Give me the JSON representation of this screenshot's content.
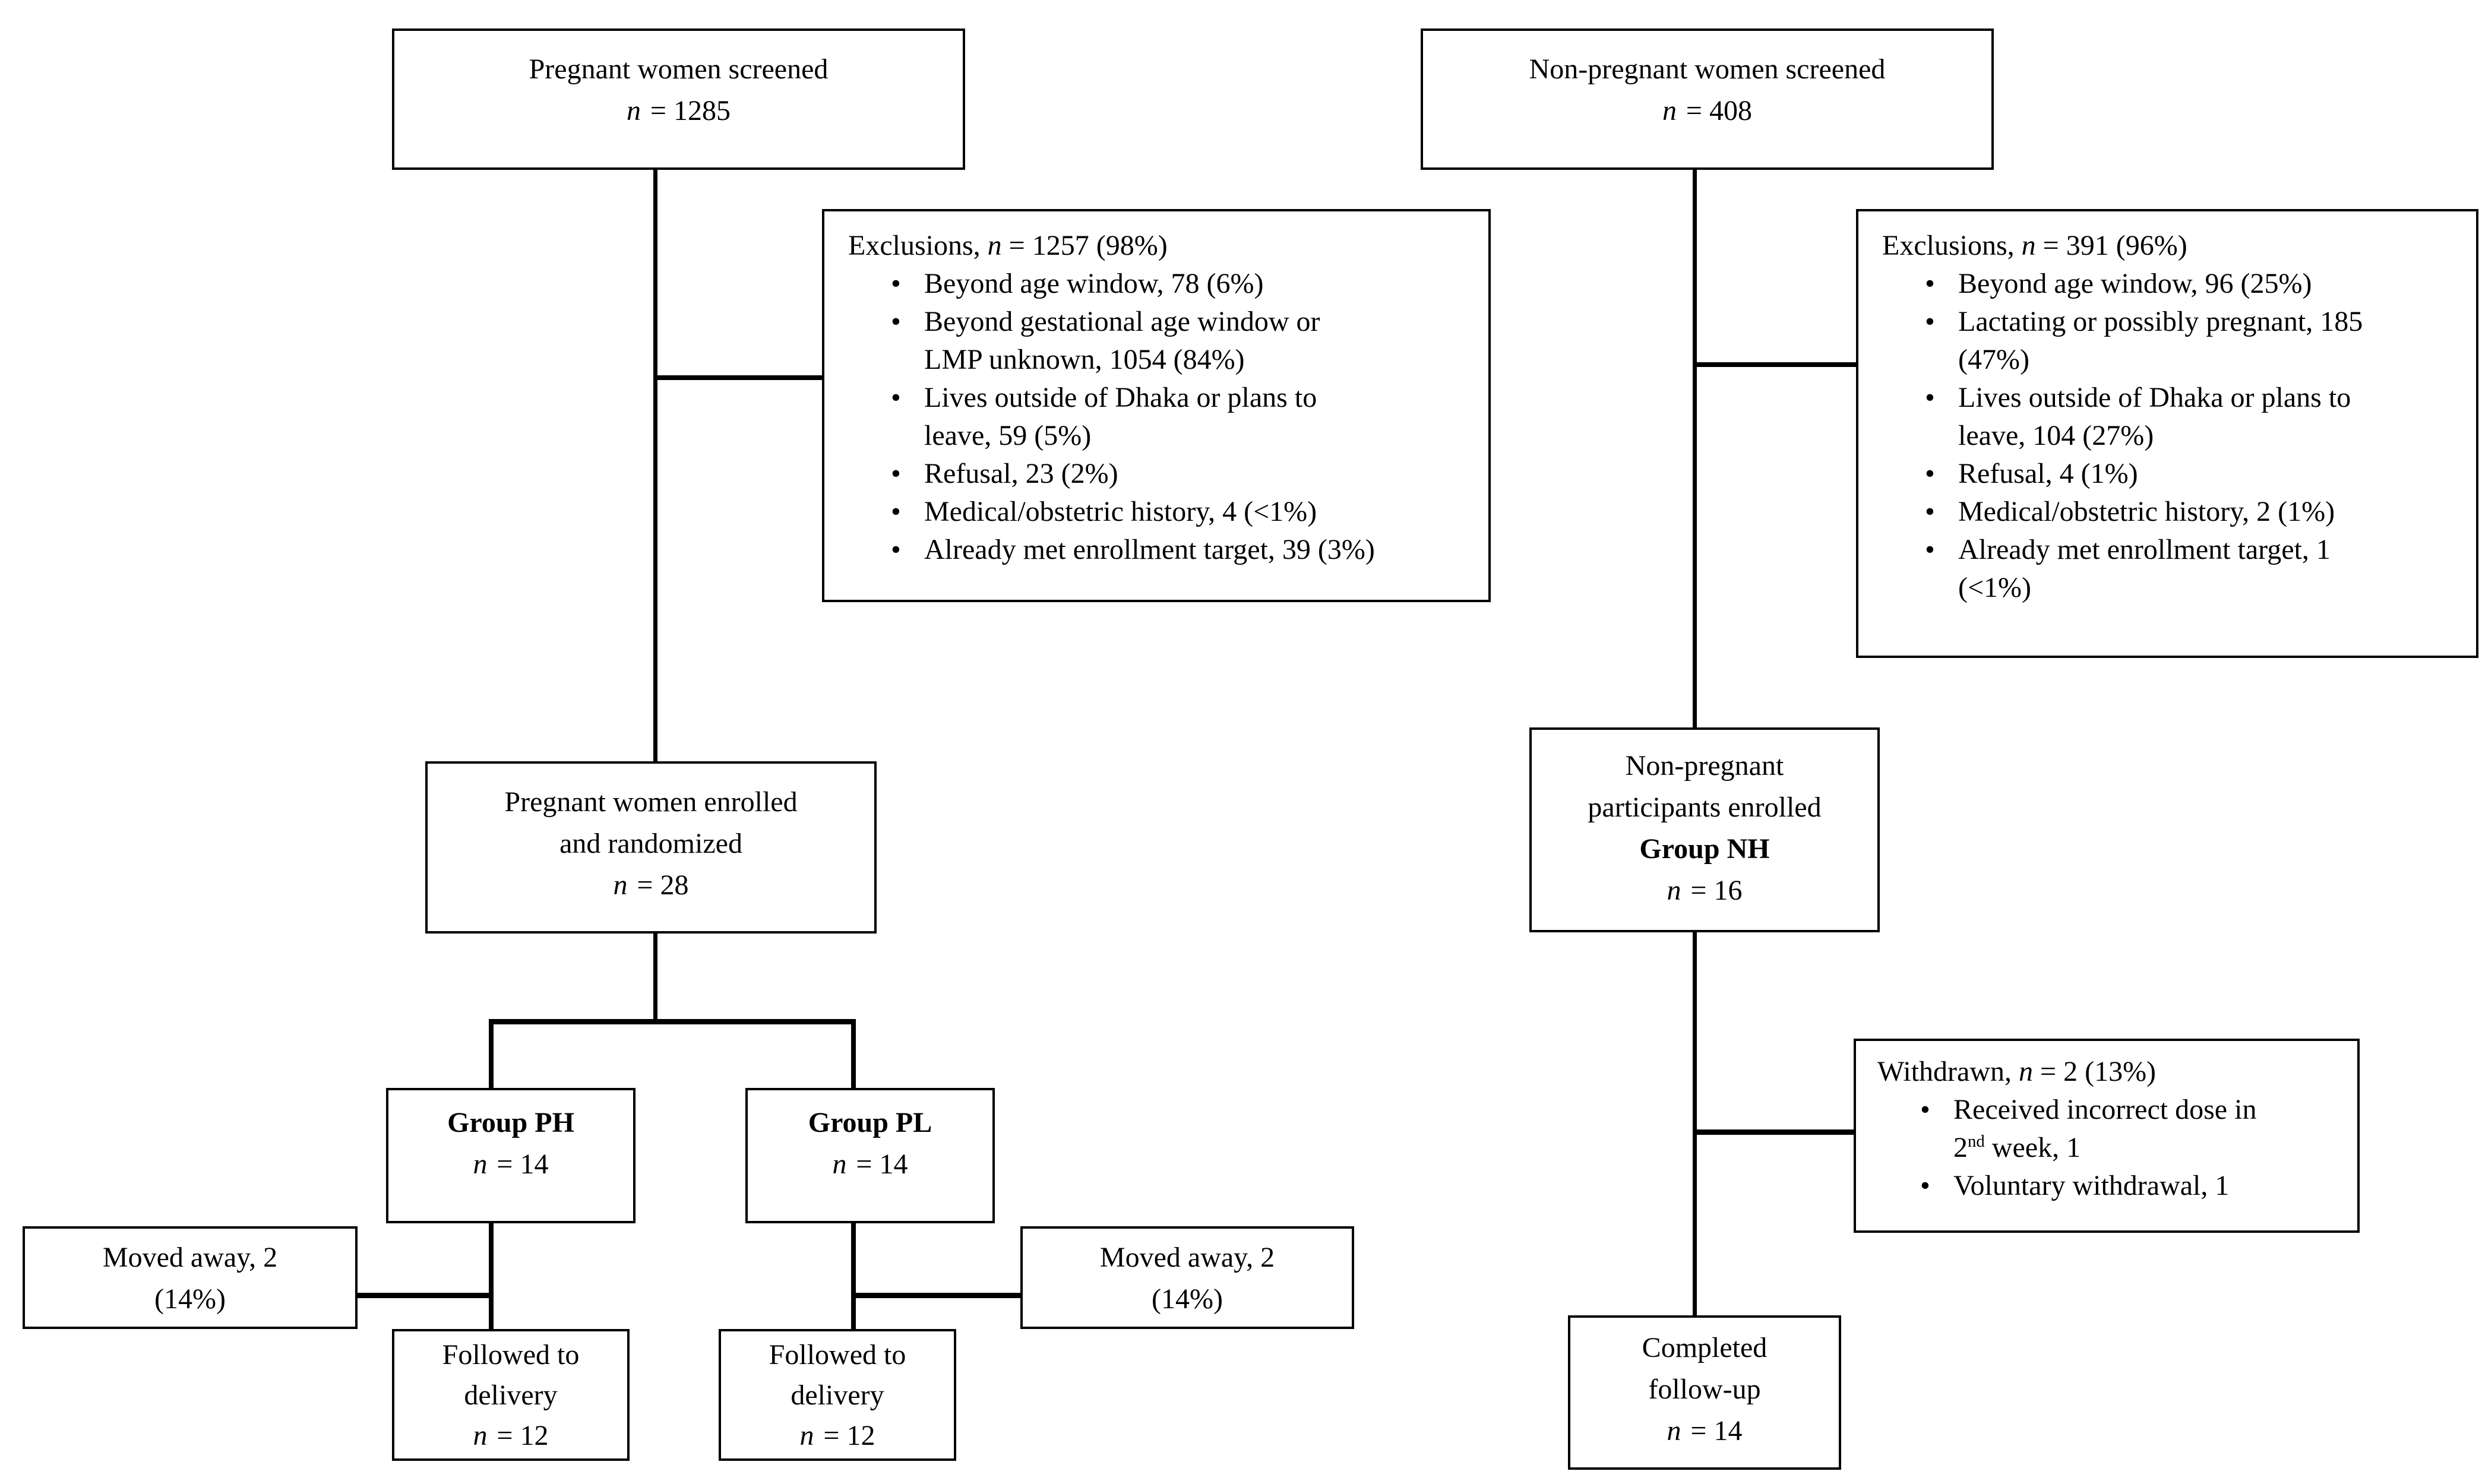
{
  "colors": {
    "ink": "#000000",
    "background": "#ffffff"
  },
  "pregnant_arm": {
    "screened": {
      "title": "Pregnant women screened",
      "n": "n",
      "eq": "= 1285"
    },
    "exclusions": {
      "header_prefix": "Exclusions, ",
      "header_n": "n",
      "header_rest": " = 1257 (98%)",
      "bullets": [
        {
          "lines": [
            "Beyond age window, 78 (6%)"
          ]
        },
        {
          "lines": [
            "Beyond gestational age window or",
            "LMP unknown, 1054 (84%)"
          ]
        },
        {
          "lines": [
            "Lives outside of Dhaka or plans to",
            "leave, 59 (5%)"
          ]
        },
        {
          "lines": [
            "Refusal, 23 (2%)"
          ]
        },
        {
          "lines": [
            "Medical/obstetric history, 4 (<1%)"
          ]
        },
        {
          "lines": [
            "Already met enrollment target, 39 (3%)"
          ]
        }
      ]
    },
    "enrolled": {
      "line1": "Pregnant women enrolled",
      "line2": "and randomized",
      "n": "n",
      "eq": "= 28"
    },
    "group_ph": {
      "title": "Group PH",
      "n": "n",
      "eq": "= 14"
    },
    "group_pl": {
      "title": "Group PL",
      "n": "n",
      "eq": "= 14"
    },
    "moved_ph": {
      "line1": "Moved away, 2",
      "line2": "(14%)"
    },
    "moved_pl": {
      "line1": "Moved away, 2",
      "line2": "(14%)"
    },
    "followed_ph": {
      "line1": "Followed to",
      "line2": "delivery",
      "n": "n",
      "eq": "= 12"
    },
    "followed_pl": {
      "line1": "Followed to",
      "line2": "delivery",
      "n": "n",
      "eq": "= 12"
    }
  },
  "nonpregnant_arm": {
    "screened": {
      "title": "Non-pregnant women screened",
      "n": "n",
      "eq": "= 408"
    },
    "exclusions": {
      "header_prefix": "Exclusions, ",
      "header_n": "n",
      "header_rest": " = 391 (96%)",
      "bullets": [
        {
          "lines": [
            "Beyond age window, 96 (25%)"
          ]
        },
        {
          "lines": [
            "Lactating or possibly pregnant, 185",
            "(47%)"
          ]
        },
        {
          "lines": [
            "Lives outside of Dhaka or plans to",
            "leave, 104 (27%)"
          ]
        },
        {
          "lines": [
            "Refusal, 4 (1%)"
          ]
        },
        {
          "lines": [
            "Medical/obstetric history, 2 (1%)"
          ]
        },
        {
          "lines": [
            "Already met enrollment target, 1",
            "(<1%)"
          ]
        }
      ]
    },
    "enrolled": {
      "line1": "Non-pregnant",
      "line2": "participants enrolled",
      "group": "Group NH",
      "n": "n",
      "eq": "= 16"
    },
    "withdrawn": {
      "header_prefix": "Withdrawn, ",
      "header_n": "n",
      "header_rest": " = 2 (13%)",
      "bullet1_line1": "Received incorrect dose in",
      "bullet1_line2_pre": "2",
      "bullet1_line2_sup": "nd",
      "bullet1_line2_post": " week, 1",
      "bullet2": "Voluntary withdrawal, 1"
    },
    "completed": {
      "line1": "Completed",
      "line2": "follow-up",
      "n": "n",
      "eq": "= 14"
    }
  }
}
